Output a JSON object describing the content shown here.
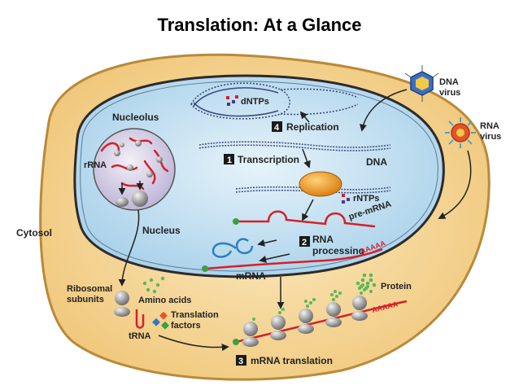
{
  "title": "Translation: At a Glance",
  "labels": {
    "nucleolus": "Nucleolus",
    "nucleus": "Nucleus",
    "cytosol": "Cytosol",
    "rrna": "rRNA",
    "dntps": "dNTPs",
    "rntps": "rNTPs",
    "dna": "DNA",
    "pre_mrna": "pre-mRNA",
    "mrna": "mRNA",
    "ribosomal_subunits_1": "Ribosomal",
    "ribosomal_subunits_2": "subunits",
    "amino_acids": "Amino acids",
    "translation_factors_1": "Translation",
    "translation_factors_2": "factors",
    "trna": "tRNA",
    "protein": "Protein",
    "polya_1": "AAAAA",
    "polya_2": "AAAAA",
    "dna_virus_1": "DNA",
    "dna_virus_2": "virus",
    "rna_virus_1": "RNA",
    "rna_virus_2": "virus"
  },
  "steps": [
    {
      "number": "1",
      "label": "Transcription"
    },
    {
      "number": "2",
      "label": "RNA",
      "label2": "processing"
    },
    {
      "number": "3",
      "label": "mRNA translation"
    },
    {
      "number": "4",
      "label": "Replication"
    }
  ],
  "colors": {
    "cytosol": "#f7dca0",
    "nucleus": "#cfe6f3",
    "nucleolus": "#dcd6ea",
    "rna": "#d6202a",
    "polymerase": "#e8901e",
    "dna_strand": "#3a4a7a"
  }
}
